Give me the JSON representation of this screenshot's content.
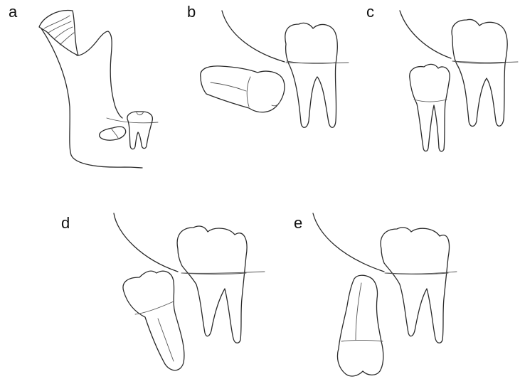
{
  "panels": [
    {
      "id": "a",
      "label": "a"
    },
    {
      "id": "b",
      "label": "b"
    },
    {
      "id": "c",
      "label": "c"
    },
    {
      "id": "d",
      "label": "d"
    },
    {
      "id": "e",
      "label": "e"
    }
  ],
  "style": {
    "stroke_color": "#2a2a2a",
    "background": "#ffffff"
  }
}
